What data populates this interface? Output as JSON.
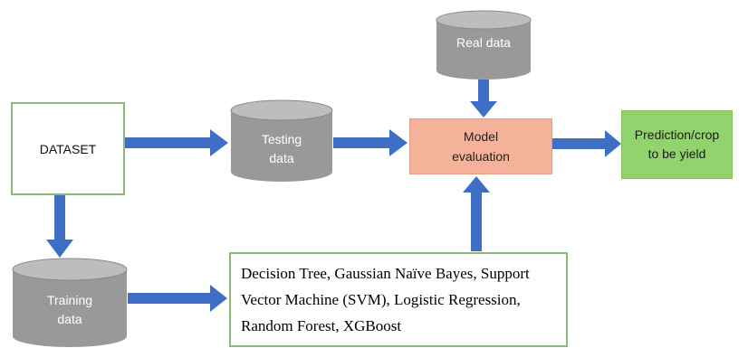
{
  "nodes": {
    "dataset": "DATASET",
    "testing_data": "Testing\ndata",
    "real_data": "Real data",
    "training_data": "Training\ndata",
    "model_evaluation": "Model\nevaluation",
    "prediction": "Prediction/crop\nto be yield",
    "algorithms": "Decision Tree, Gaussian Naïve Bayes, Support Vector Machine (SVM), Logistic Regression, Random Forest, XGBoost"
  },
  "edges": [
    {
      "from": "dataset",
      "to": "testing_data"
    },
    {
      "from": "dataset",
      "to": "training_data"
    },
    {
      "from": "testing_data",
      "to": "model_evaluation"
    },
    {
      "from": "real_data",
      "to": "model_evaluation"
    },
    {
      "from": "training_data",
      "to": "algorithms"
    },
    {
      "from": "algorithms",
      "to": "model_evaluation"
    },
    {
      "from": "model_evaluation",
      "to": "prediction"
    }
  ],
  "colors": {
    "arrow": "#3f6fc4",
    "cylinder_body": "#999999",
    "cylinder_top": "#bdbdbd",
    "model_box": "#f5b29b",
    "prediction_box": "#92d36e",
    "box_border": "#8cb87a"
  }
}
